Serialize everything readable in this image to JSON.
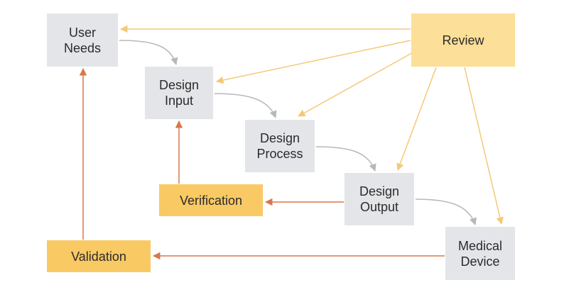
{
  "diagram": {
    "nodes": {
      "user_needs": "User\nNeeds",
      "design_input": "Design\nInput",
      "design_process": "Design\nProcess",
      "design_output": "Design\nOutput",
      "medical_device": "Medical\nDevice",
      "review": "Review",
      "verification": "Verification",
      "validation": "Validation"
    },
    "edges": [
      {
        "from": "User Needs",
        "to": "Design Input",
        "kind": "flow"
      },
      {
        "from": "Design Input",
        "to": "Design Process",
        "kind": "flow"
      },
      {
        "from": "Design Process",
        "to": "Design Output",
        "kind": "flow"
      },
      {
        "from": "Design Output",
        "to": "Medical Device",
        "kind": "flow"
      },
      {
        "from": "Review",
        "to": "User Needs",
        "kind": "review"
      },
      {
        "from": "Review",
        "to": "Design Input",
        "kind": "review"
      },
      {
        "from": "Review",
        "to": "Design Process",
        "kind": "review"
      },
      {
        "from": "Review",
        "to": "Design Output",
        "kind": "review"
      },
      {
        "from": "Review",
        "to": "Medical Device",
        "kind": "review"
      },
      {
        "from": "Design Output",
        "to": "Verification",
        "kind": "check"
      },
      {
        "from": "Verification",
        "to": "Design Input",
        "kind": "check"
      },
      {
        "from": "Medical Device",
        "to": "Validation",
        "kind": "check"
      },
      {
        "from": "Validation",
        "to": "User Needs",
        "kind": "check"
      }
    ],
    "colors": {
      "grey_box": "#e3e5e8",
      "orange_box": "#f9c964",
      "review_box": "#fcdf98",
      "flow_arrow": "#b8b8b8",
      "review_arrow": "#f5c878",
      "check_arrow": "#d9774a",
      "text": "#2b2b2b"
    }
  }
}
